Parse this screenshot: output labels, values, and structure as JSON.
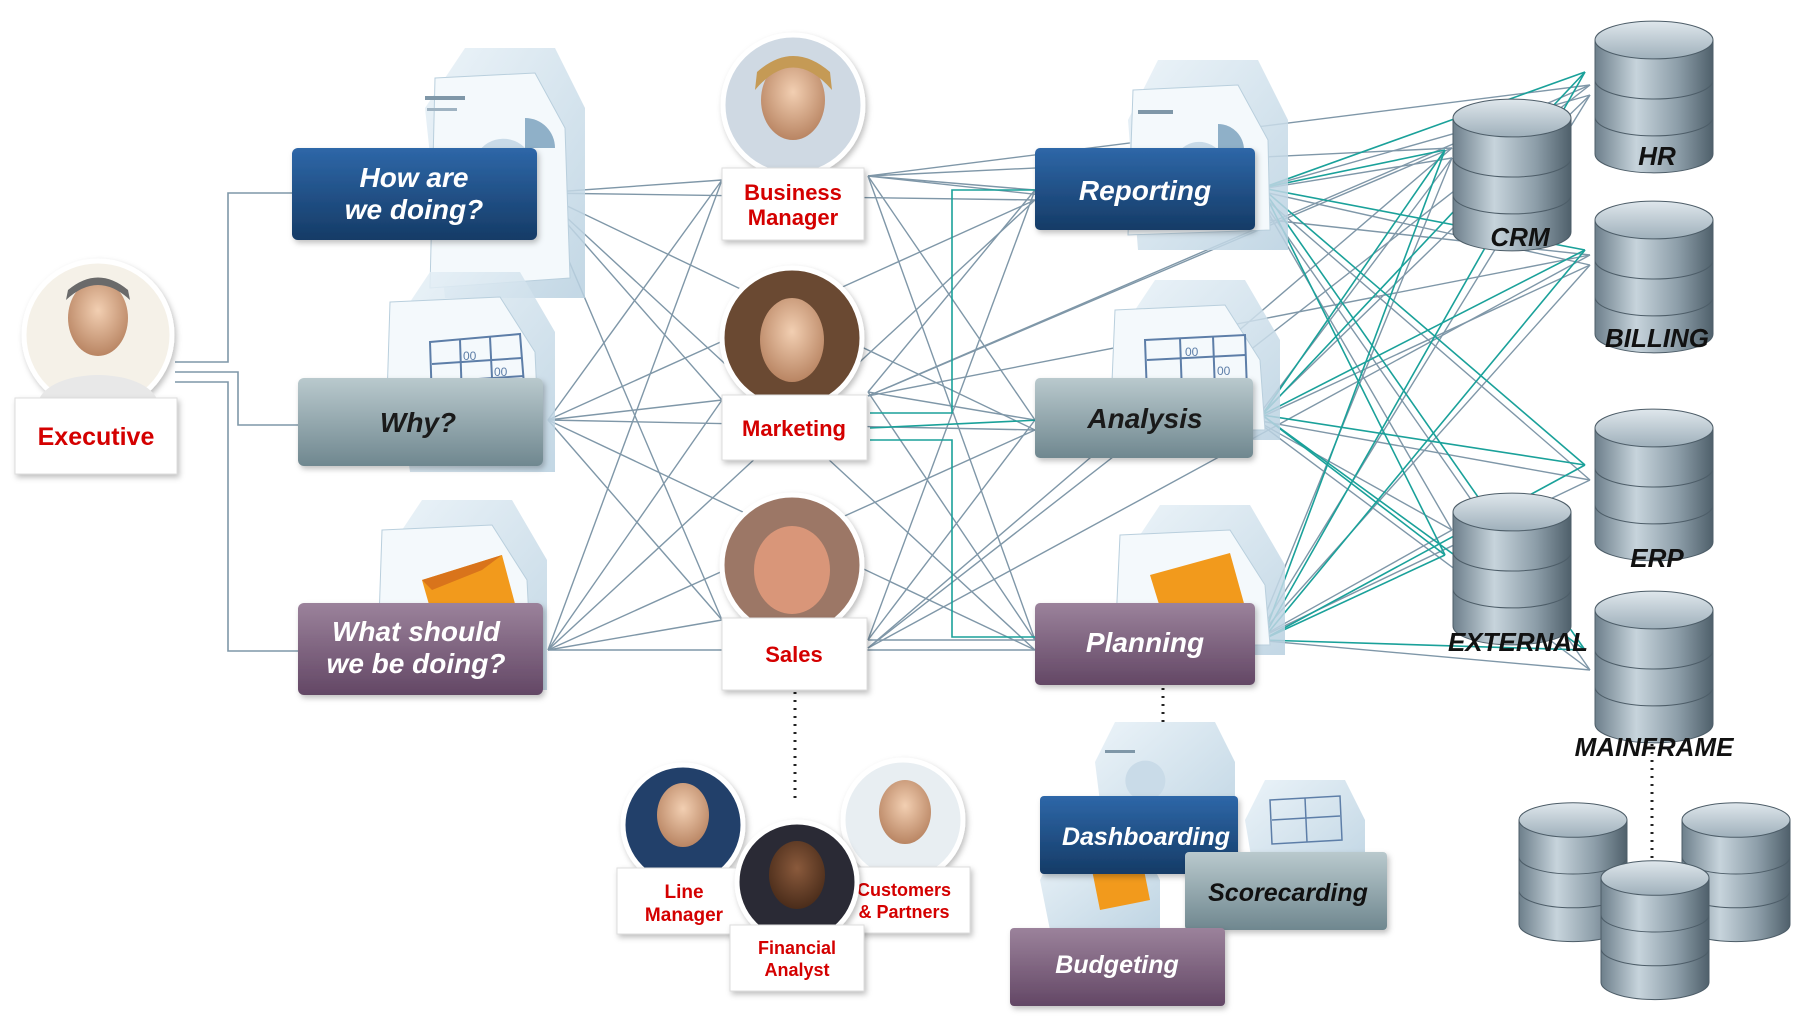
{
  "colors": {
    "blue": "#1f4e84",
    "grey": "#7d9299",
    "purple": "#7b5f7c",
    "line_grey": "#7f97a8",
    "line_teal": "#1aa19a",
    "tag_red": "#d40000"
  },
  "executive": {
    "label": "Executive"
  },
  "questions": [
    {
      "line1": "How are",
      "line2": "we doing?",
      "icon": "report-doc-icon"
    },
    {
      "line1": "Why?",
      "line2": "",
      "icon": "spreadsheet-doc-icon"
    },
    {
      "line1": "What should",
      "line2": "we be doing?",
      "icon": "planning-doc-icon"
    }
  ],
  "people": [
    {
      "line1": "Business",
      "line2": "Manager"
    },
    {
      "line1": "Marketing",
      "line2": ""
    },
    {
      "line1": "Sales",
      "line2": ""
    }
  ],
  "other_people": [
    {
      "line1": "Line",
      "line2": "Manager"
    },
    {
      "line1": "Financial",
      "line2": "Analyst"
    },
    {
      "line1": "Customers",
      "line2": "& Partners"
    }
  ],
  "functions": [
    {
      "label": "Reporting"
    },
    {
      "label": "Analysis"
    },
    {
      "label": "Planning"
    }
  ],
  "sub_functions": [
    {
      "label": "Dashboarding"
    },
    {
      "label": "Scorecarding"
    },
    {
      "label": "Budgeting"
    }
  ],
  "databases": [
    {
      "label": "HR"
    },
    {
      "label": "CRM"
    },
    {
      "label": "BILLING"
    },
    {
      "label": "ERP"
    },
    {
      "label": "EXTERNAL"
    },
    {
      "label": "MAINFRAME"
    }
  ]
}
